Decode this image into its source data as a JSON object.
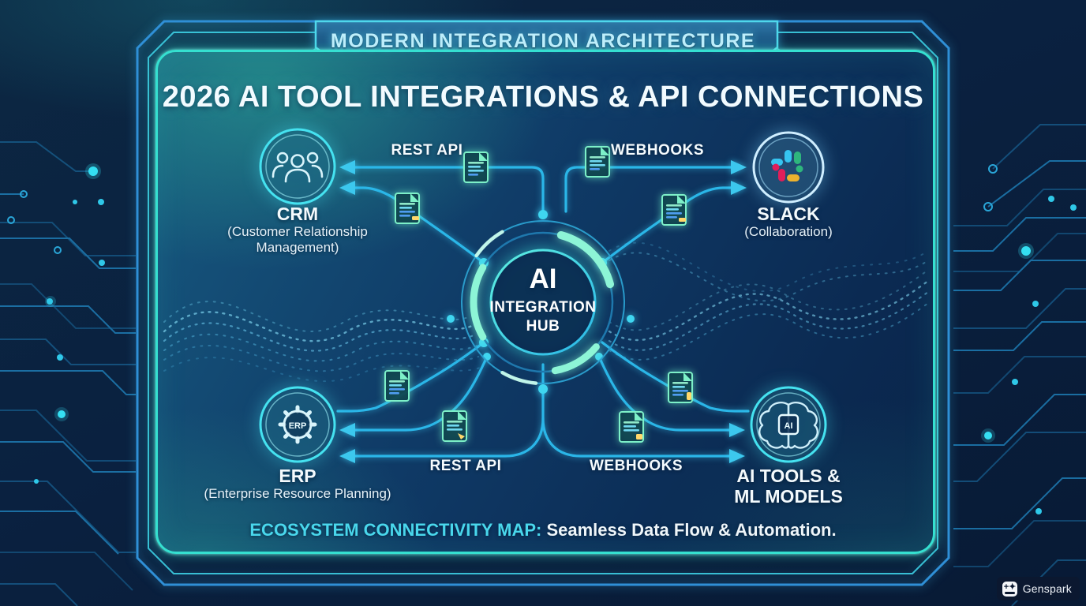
{
  "banner": {
    "title": "MODERN INTEGRATION ARCHITECTURE"
  },
  "title": "2026 AI TOOL INTEGRATIONS & API CONNECTIONS",
  "hub": {
    "label_top": "AI",
    "label_mid": "INTEGRATION",
    "label_bottom": "HUB"
  },
  "nodes": {
    "crm": {
      "title": "CRM",
      "subtitle_line1": "(Customer Relationship",
      "subtitle_line2": "Management)",
      "icon": "users-icon"
    },
    "slack": {
      "title": "SLACK",
      "subtitle_line1": "(Collaboration)",
      "icon": "slack-logo-icon"
    },
    "erp": {
      "title": "ERP",
      "subtitle_line1": "(Enterprise Resource Planning)",
      "icon": "gear-icon",
      "icon_label": "ERP"
    },
    "ai_tools": {
      "title_line1": "AI TOOLS &",
      "title_line2": "ML MODELS",
      "icon": "brain-chip-icon",
      "icon_label": "AI"
    }
  },
  "connections": {
    "top_left_label": "REST API",
    "top_right_label": "WEBHOOKS",
    "bottom_left_label": "REST API",
    "bottom_right_label": "WEBHOOKS"
  },
  "footer": {
    "highlight": "ECOSYSTEM CONNECTIVITY MAP:",
    "text": " Seamless Data Flow & Automation."
  },
  "watermark": {
    "label": "Genspark",
    "icon": "genspark-logo-icon"
  },
  "colors": {
    "accent_cyan": "#38d8ec",
    "accent_teal": "#35e0d0",
    "line_blue": "#2ab6e8",
    "arc_mint": "#8df5d6",
    "doc_green": "#7df0c8",
    "doc_yellow": "#ffd86b",
    "slack_blue": "#36C5F0",
    "slack_green": "#2EB67D",
    "slack_red": "#E01E5A",
    "slack_yellow": "#ECB22E"
  }
}
